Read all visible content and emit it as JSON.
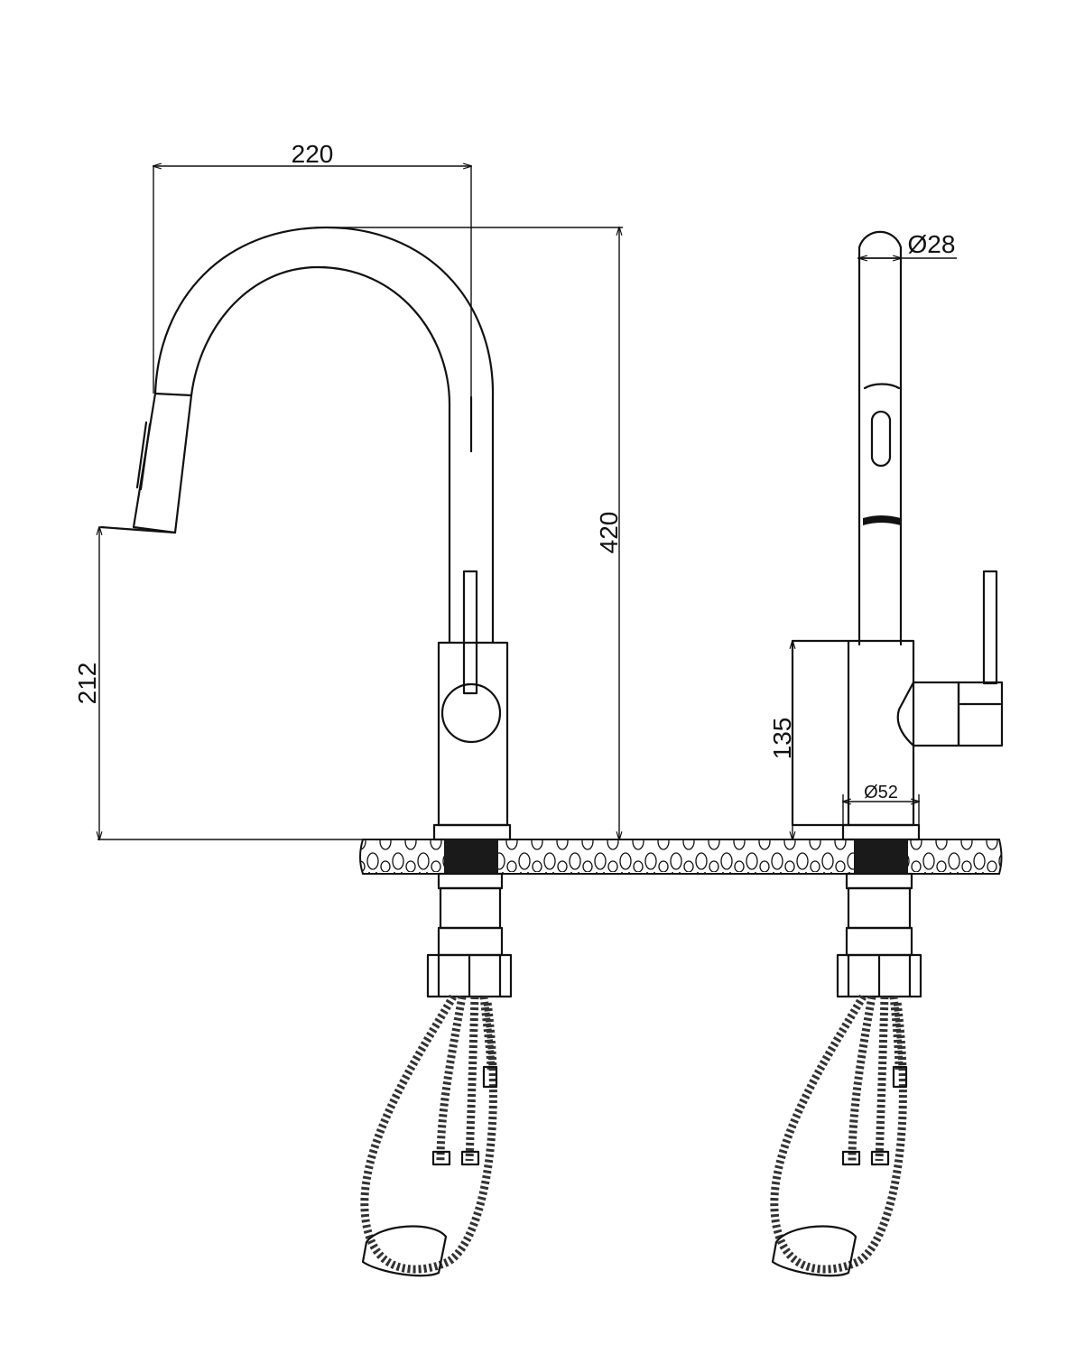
{
  "dimensions": {
    "spout_reach": "220",
    "total_height": "420",
    "spout_outlet_height": "212",
    "body_height": "135",
    "spout_diameter": "Ø28",
    "base_diameter": "Ø52"
  },
  "colors": {
    "line": "#111111",
    "background": "#ffffff"
  }
}
